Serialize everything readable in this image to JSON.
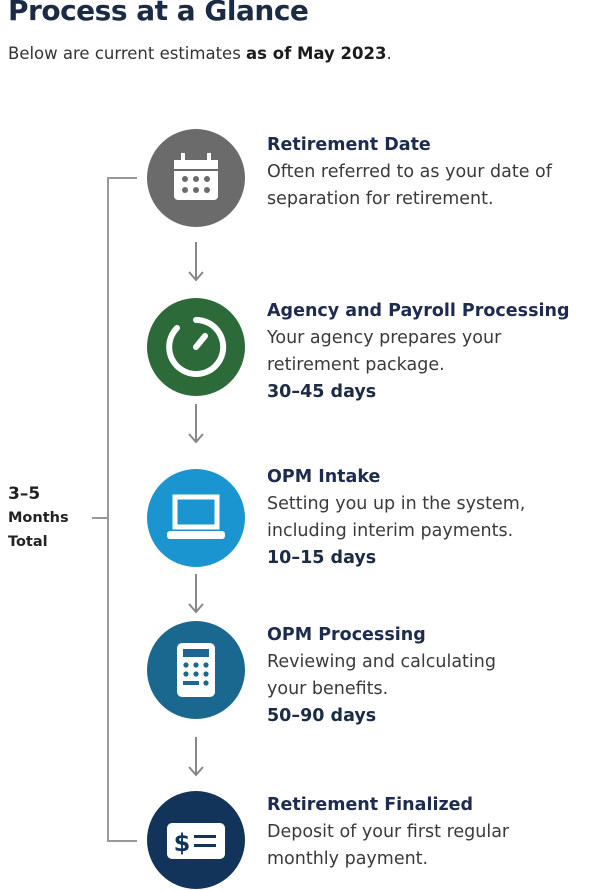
{
  "header": {
    "title": "Process at a Glance",
    "subtitle_prefix": "Below are current estimates ",
    "subtitle_bold": "as of May 2023",
    "subtitle_suffix": "."
  },
  "total": {
    "range": "3–5",
    "unit": "Months",
    "label": "Total"
  },
  "steps": [
    {
      "title": "Retirement Date",
      "line1": "Often referred to as your date of",
      "line2": "separation for retirement.",
      "duration": "",
      "icon": "calendar-icon",
      "color": "#6b6b6b"
    },
    {
      "title": "Agency and Payroll Processing",
      "line1": "Your agency prepares your",
      "line2": "retirement package.",
      "duration": "30–45 days",
      "icon": "timer-icon",
      "color": "#2d6a3a"
    },
    {
      "title": "OPM Intake",
      "line1": "Setting you up in the system,",
      "line2": "including interim payments.",
      "duration": "10–15 days",
      "icon": "laptop-icon",
      "color": "#1b95d0"
    },
    {
      "title": "OPM Processing",
      "line1": "Reviewing and calculating",
      "line2": "your benefits.",
      "duration": "50–90 days",
      "icon": "calculator-icon",
      "color": "#1a6890"
    },
    {
      "title": "Retirement Finalized",
      "line1": "Deposit of your first regular",
      "line2": "monthly payment.",
      "duration": "",
      "icon": "payment-icon",
      "color": "#12335a"
    }
  ]
}
